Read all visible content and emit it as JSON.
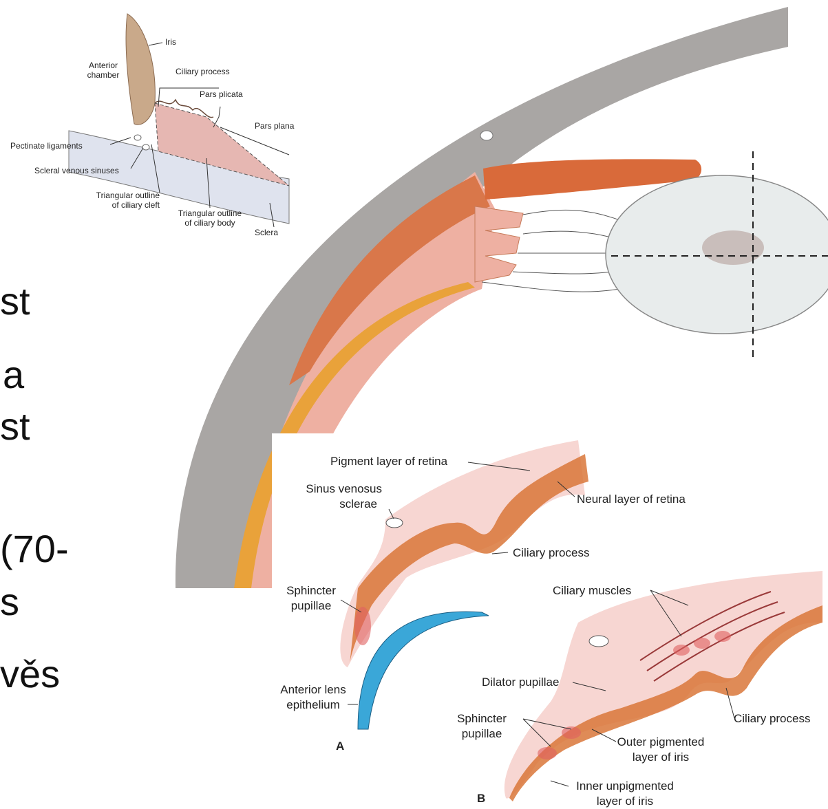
{
  "slide_text_fragments": [
    "st",
    "a",
    "st",
    "(70-",
    "s",
    "věs"
  ],
  "diagram_top": {
    "labels": [
      "Iris",
      "Anterior",
      "chamber",
      "Ciliary process",
      "Pars plicata",
      "Pars plana",
      "Pectinate ligaments",
      "Scleral venous sinuses",
      "Triangular outline",
      "of ciliary cleft",
      "Triangular outline",
      "of ciliary body",
      "Sclera"
    ]
  },
  "diagram_bottom": {
    "labels": [
      "Pigment layer of retina",
      "Sinus venosus",
      "sclerae",
      "Neural layer of retina",
      "Ciliary process",
      "Sphincter",
      "pupillae",
      "Ciliary muscles",
      "Dilator pupillae",
      "Anterior lens",
      "epithelium",
      "Sphincter",
      "pupillae",
      "Ciliary process",
      "Outer pigmented",
      "layer of iris",
      "Inner unpigmented",
      "layer of iris"
    ],
    "panel_a": "A",
    "panel_b": "B"
  },
  "colors": {
    "sclera": "#a9a6a4",
    "ciliary_pink": "#f0b4a8",
    "muscle_orange": "#d86a3c",
    "pigment_blue": "#3aa7d8"
  }
}
